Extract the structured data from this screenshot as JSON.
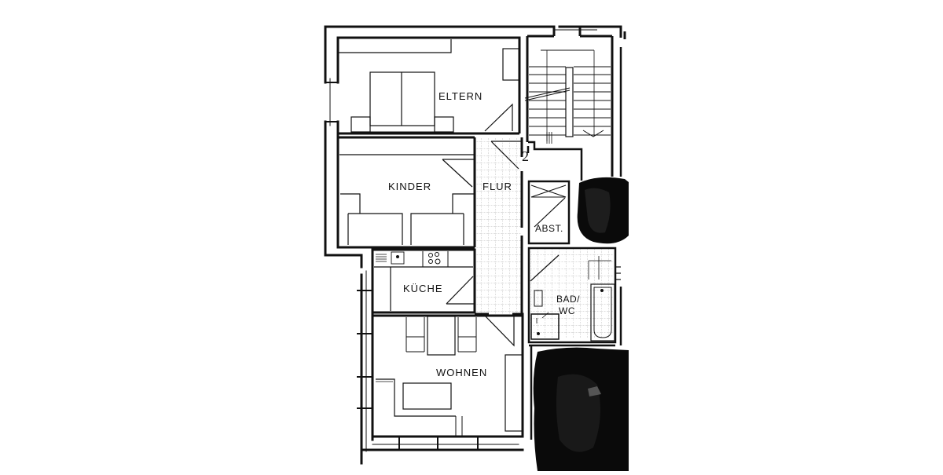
{
  "plan": {
    "type": "apartment floor plan",
    "language": "German",
    "rooms": [
      {
        "id": "eltern",
        "label": "ELTERN",
        "meaning": "parents' bedroom"
      },
      {
        "id": "kinder",
        "label": "KINDER",
        "meaning": "children's room"
      },
      {
        "id": "flur",
        "label": "FLUR",
        "meaning": "hallway"
      },
      {
        "id": "kueche",
        "label": "KÜCHE",
        "meaning": "kitchen"
      },
      {
        "id": "wohnen",
        "label": "WOHNEN",
        "meaning": "living room"
      },
      {
        "id": "abst",
        "label": "ABST.",
        "meaning": "storage"
      },
      {
        "id": "bad",
        "label_line1": "BAD/",
        "label_line2": "WC",
        "meaning": "bathroom / toilet"
      }
    ],
    "stair_number": "2",
    "colors": {
      "ink": "#111111",
      "paper": "#ffffff",
      "redaction": "#0a0a0a",
      "tile_grid": "#9a9a9a"
    }
  }
}
